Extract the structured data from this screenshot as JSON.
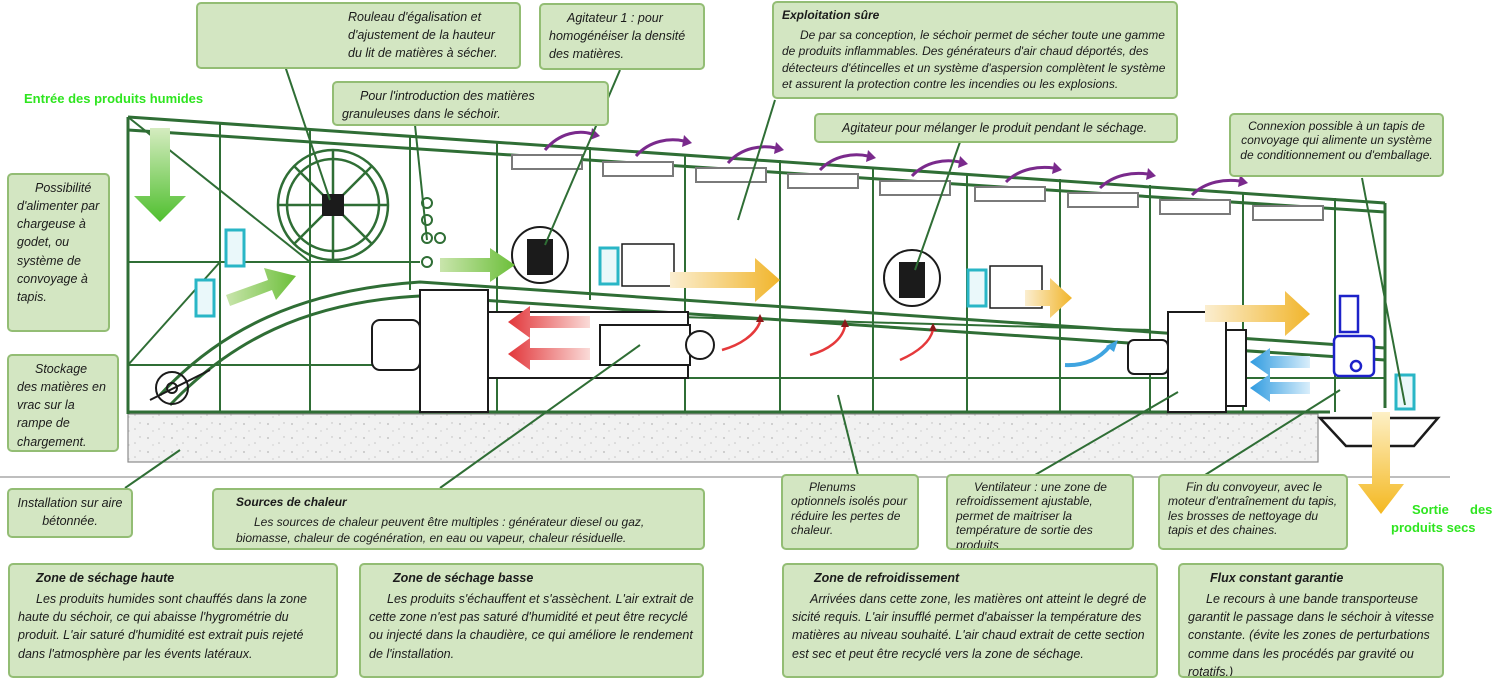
{
  "labels": {
    "entree": "Entrée des produits humides",
    "sortie_1": "Sortie",
    "sortie_2": "des",
    "sortie_3": "produits secs"
  },
  "boxes": {
    "rouleau": "Rouleau d'égalisation et d'ajustement de la hauteur du lit de matières à sécher.",
    "agitateur1": "Agitateur 1 : pour homogénéiser la densité des matières.",
    "exploitation_title": "Exploitation sûre",
    "exploitation_body": "De par sa conception, le séchoir permet de sécher toute une gamme de produits inflammables. Des générateurs d'air chaud déportés, des détecteurs d'étincelles et un système d'aspersion complètent le système et assurent la protection contre les incendies ou les explosions.",
    "introduction": "Pour l'introduction des matières granuleuses dans le séchoir.",
    "agitateur2": "Agitateur pour mélanger le produit pendant le séchage.",
    "connexion": "Connexion possible à un tapis de convoyage qui alimente un système de conditionnement ou d'emballage.",
    "alimenter": "Possibilité d'alimenter par chargeuse à godet, ou système de convoyage à tapis.",
    "stockage": "Stockage des matières en vrac sur la rampe de chargement.",
    "installation": "Installation sur aire bétonnée.",
    "sources_title": "Sources de chaleur",
    "sources_body": "Les sources de chaleur peuvent être multiples : générateur diesel ou gaz, biomasse, chaleur de cogénération, en eau ou vapeur, chaleur résiduelle.",
    "plenums": "Plenums optionnels isolés pour réduire les pertes de chaleur.",
    "ventilateur": "Ventilateur : une zone de refroidissement ajustable, permet de maitriser la température de sortie des produits",
    "fin": "Fin du convoyeur, avec le moteur d'entraînement du tapis, les brosses de nettoyage du tapis et des chaines.",
    "haute_title": "Zone de séchage haute",
    "haute_body": "Les produits humides sont chauffés dans la zone haute du séchoir, ce qui abaisse l'hygrométrie du produit. L'air saturé d'humidité est extrait puis rejeté dans l'atmosphère par les évents latéraux.",
    "basse_title": "Zone de séchage basse",
    "basse_body": "Les produits s'échauffent et s'assèchent. L'air extrait de cette zone n'est pas saturé d'humidité et peut être recyclé ou injecté dans la chaudière, ce qui améliore le rendement de l'installation.",
    "refroid_title": "Zone de refroidissement",
    "refroid_body": "Arrivées dans cette zone, les matières ont atteint le degré de sicité requis. L'air insufflé permet d'abaisser la température des matières au niveau souhaité. L'air chaud extrait de cette section est sec et peut être recyclé vers la zone de séchage.",
    "flux_title": "Flux constant garantie",
    "flux_body": "Le recours à une bande transporteuse garantit le passage dans le séchoir à vitesse constante. (évite les zones de perturbations comme dans les procédés par gravité ou rotatifs.)"
  },
  "colors": {
    "frame": "#2f6e35",
    "box_fill": "#d3e6c2",
    "box_border": "#93bd74",
    "green_label": "#2ee51f",
    "arrow_green": "#7cc447",
    "arrow_yellow": "#f6c23e",
    "arrow_red": "#e5393b",
    "arrow_blue": "#3fa4e0",
    "arrow_purple": "#7a2a8c"
  }
}
